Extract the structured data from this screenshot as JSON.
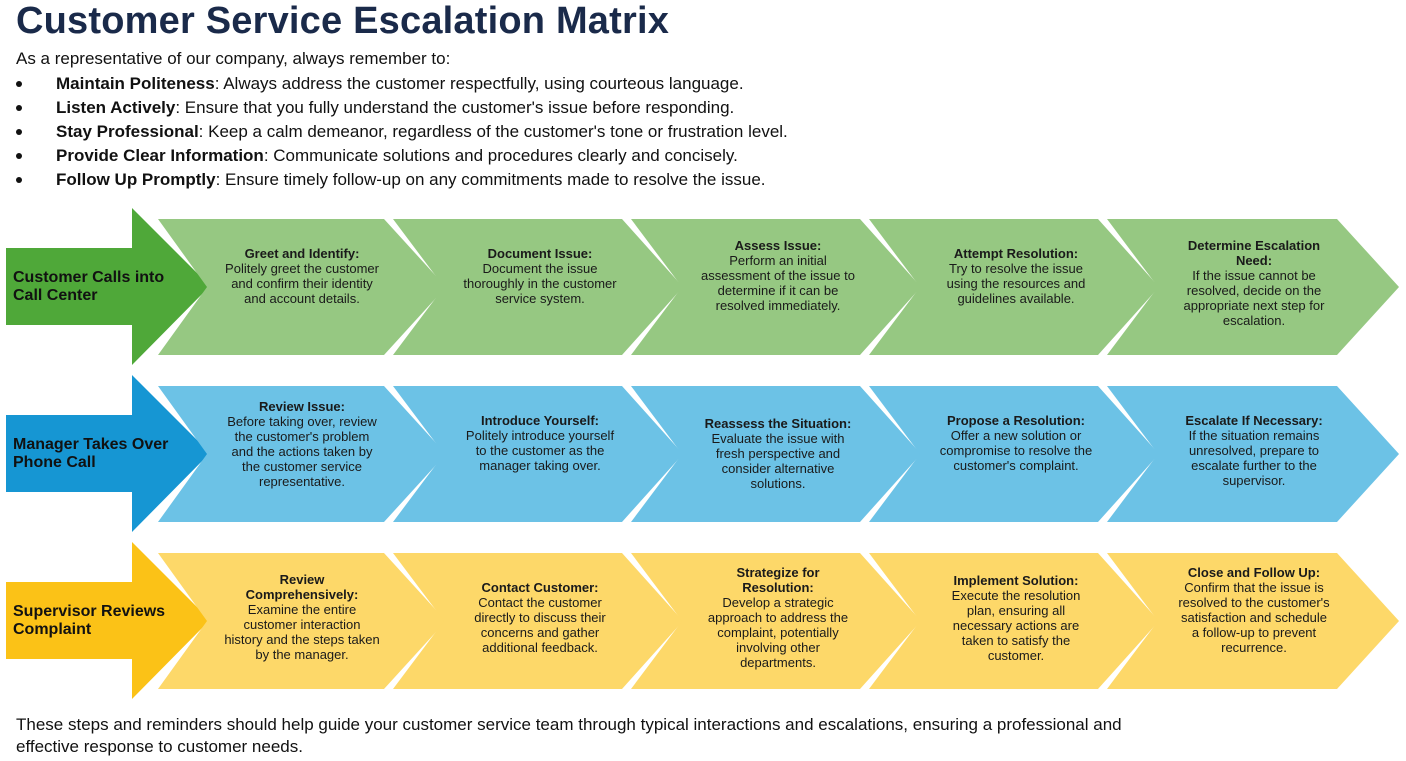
{
  "title": "Customer Service Escalation Matrix",
  "intro": "As a representative of our company, always remember to:",
  "reminders": [
    {
      "label": "Maintain Politeness",
      "text": ": Always address the customer respectfully, using courteous language."
    },
    {
      "label": "Listen Actively",
      "text": ": Ensure that you fully understand the customer's issue before responding."
    },
    {
      "label": "Stay Professional",
      "text": ": Keep a calm demeanor, regardless of the customer's tone or frustration level."
    },
    {
      "label": "Provide Clear Information",
      "text": ": Communicate solutions and procedures clearly and concisely."
    },
    {
      "label": "Follow Up Promptly",
      "text": ": Ensure timely follow-up on any commitments made to resolve the issue."
    }
  ],
  "rows": [
    {
      "label": "Customer Calls into Call Center",
      "colors": {
        "label": "#4fa839",
        "chevron": "#96c882"
      },
      "steps": [
        {
          "heading": "Greet and Identify:",
          "text": "Politely greet the customer and confirm their identity and account details."
        },
        {
          "heading": "Document Issue:",
          "text": "Document the issue thoroughly in the customer service system."
        },
        {
          "heading": "Assess Issue:",
          "text": "Perform an initial assessment of the issue to determine if it can be resolved immediately."
        },
        {
          "heading": "Attempt Resolution:",
          "text": "Try to resolve the issue using the resources and guidelines available."
        },
        {
          "heading": "Determine Escalation Need:",
          "text": "If the issue cannot be resolved, decide on the appropriate next step for escalation."
        }
      ]
    },
    {
      "label": "Manager Takes Over Phone Call",
      "colors": {
        "label": "#1696d3",
        "chevron": "#6cc2e6"
      },
      "steps": [
        {
          "heading": "Review Issue:",
          "text": "Before taking over, review the customer's problem and the actions taken by the customer service representative."
        },
        {
          "heading": "Introduce Yourself:",
          "text": "Politely introduce yourself to the customer as the manager taking over."
        },
        {
          "heading": "Reassess the Situation:",
          "text": "Evaluate the issue with fresh perspective and consider alternative solutions."
        },
        {
          "heading": "Propose a Resolution:",
          "text": "Offer a new solution or compromise to resolve the customer's complaint."
        },
        {
          "heading": "Escalate If Necessary:",
          "text": "If the situation remains unresolved, prepare to escalate further to the supervisor."
        }
      ]
    },
    {
      "label": "Supervisor Reviews Complaint",
      "colors": {
        "label": "#fbc217",
        "chevron": "#fdd869"
      },
      "steps": [
        {
          "heading": "Review Comprehensively:",
          "text": "Examine the entire customer interaction history and the steps taken by the manager."
        },
        {
          "heading": "Contact Customer:",
          "text": "Contact the customer directly to discuss their concerns and gather additional feedback."
        },
        {
          "heading": "Strategize for Resolution:",
          "text": "Develop a strategic approach to address the complaint, potentially involving other departments."
        },
        {
          "heading": "Implement Solution:",
          "text": "Execute the resolution plan, ensuring all necessary actions are taken to satisfy the customer."
        },
        {
          "heading": "Close and Follow Up:",
          "text": "Confirm that the issue is resolved to the customer's satisfaction and schedule a follow-up to prevent recurrence."
        }
      ]
    }
  ],
  "footer": "These steps and reminders should help guide your customer service team through typical interactions and escalations, ensuring a professional and effective response to customer needs."
}
